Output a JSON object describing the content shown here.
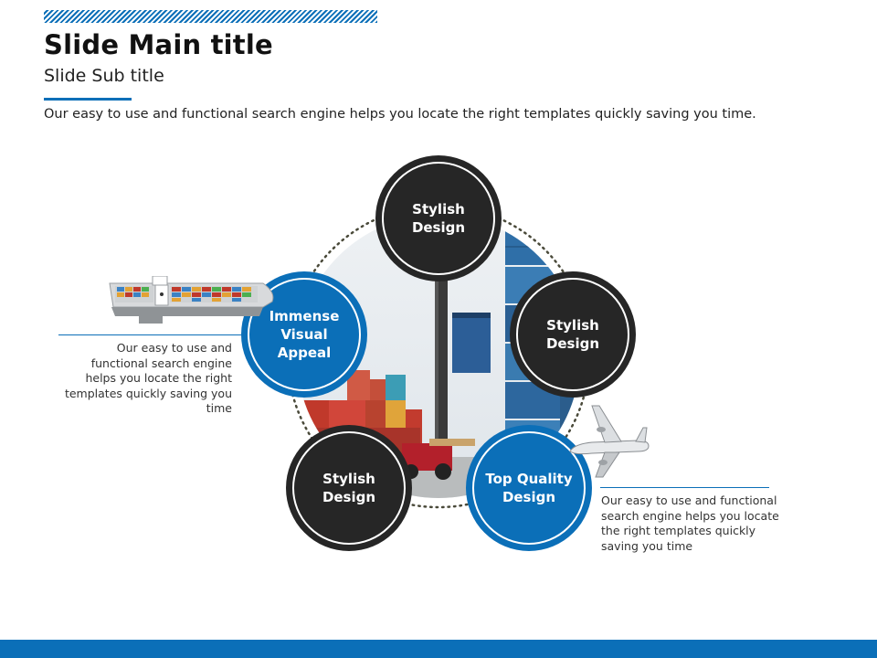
{
  "header": {
    "title": "Slide Main title",
    "subtitle": "Slide Sub title",
    "intro": "Our easy to use and functional search engine helps you locate the right templates quickly saving you time."
  },
  "nodes": [
    {
      "label": "Stylish Design",
      "style": "dark"
    },
    {
      "label": "Stylish Design",
      "style": "dark"
    },
    {
      "label": "Top Quality Design",
      "style": "blue"
    },
    {
      "label": "Stylish Design",
      "style": "dark"
    },
    {
      "label": "Immense Visual Appeal",
      "style": "blue"
    }
  ],
  "side_notes": {
    "left": "Our easy to use and functional search engine helps you locate the right templates quickly saving you time",
    "right": "Our easy to use and functional search engine helps you locate the right templates quickly saving you time"
  },
  "colors": {
    "accent": "#0b6fb8",
    "dark": "#262626",
    "footer": "#0b6fb8"
  },
  "icons": [
    "cargo-ship-icon",
    "airplane-icon"
  ]
}
